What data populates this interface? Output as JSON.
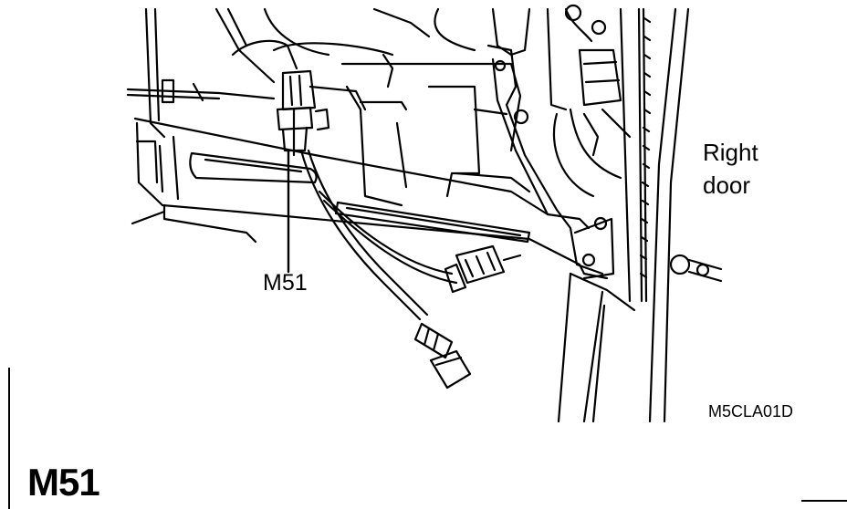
{
  "callout_label": "M51",
  "door_label": [
    "Right",
    "door"
  ],
  "figure_code": "M5CLA01D",
  "connector_id": "M51"
}
